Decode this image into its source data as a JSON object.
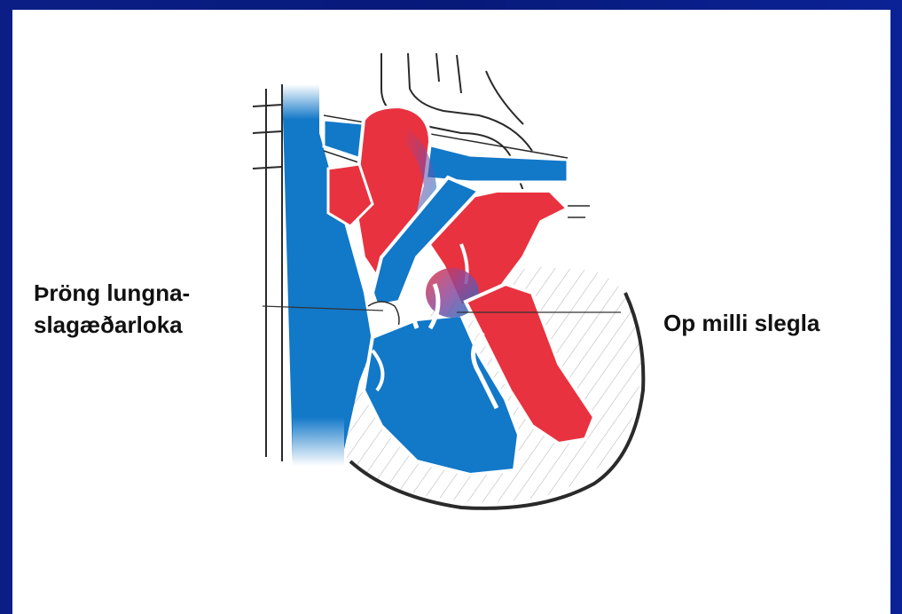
{
  "slide": {
    "frame_color": "#0a1e86",
    "background_color": "#ffffff"
  },
  "diagram": {
    "colors": {
      "deoxygenated": "#1278c8",
      "oxygenated": "#e8323f",
      "mixed": "#8a4a9e",
      "outline": "#2a2a2a",
      "leader_line": "#333333"
    },
    "labels": {
      "pulmonary_stenosis_line1": "Þröng lungna-",
      "pulmonary_stenosis_line2": "slagæðarloka",
      "vsd": "Op milli slegla"
    }
  }
}
